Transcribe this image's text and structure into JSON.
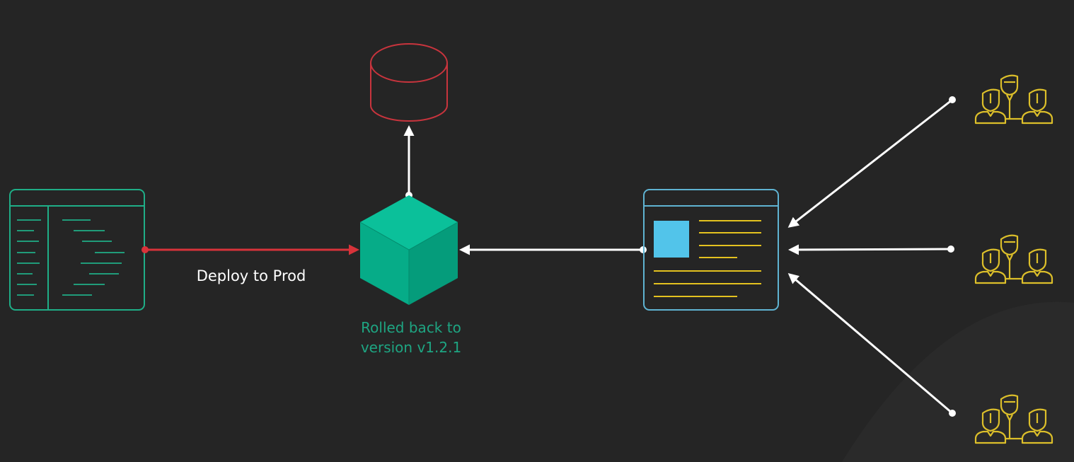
{
  "labels": {
    "deploy": "Deploy to Prod",
    "rollback_line1": "Rolled back to",
    "rollback_line2": "version v1.2.1"
  },
  "colors": {
    "background": "#252525",
    "code_panel": "#1fae87",
    "deploy_arrow": "#d8333a",
    "database": "#c8343d",
    "server_cube": "#06ac88",
    "browser_frame": "#5fb3d2",
    "browser_image": "#52c4ea",
    "browser_text_lines": "#e4c21f",
    "arrows": "#ffffff",
    "rollback_text": "#1ea582",
    "users": "#dcbf2a"
  },
  "icons": {
    "code_editor": "code-editor-icon",
    "database": "database-icon",
    "server": "cube-icon",
    "web_app": "browser-window-icon",
    "user_group": "user-group-icon"
  }
}
